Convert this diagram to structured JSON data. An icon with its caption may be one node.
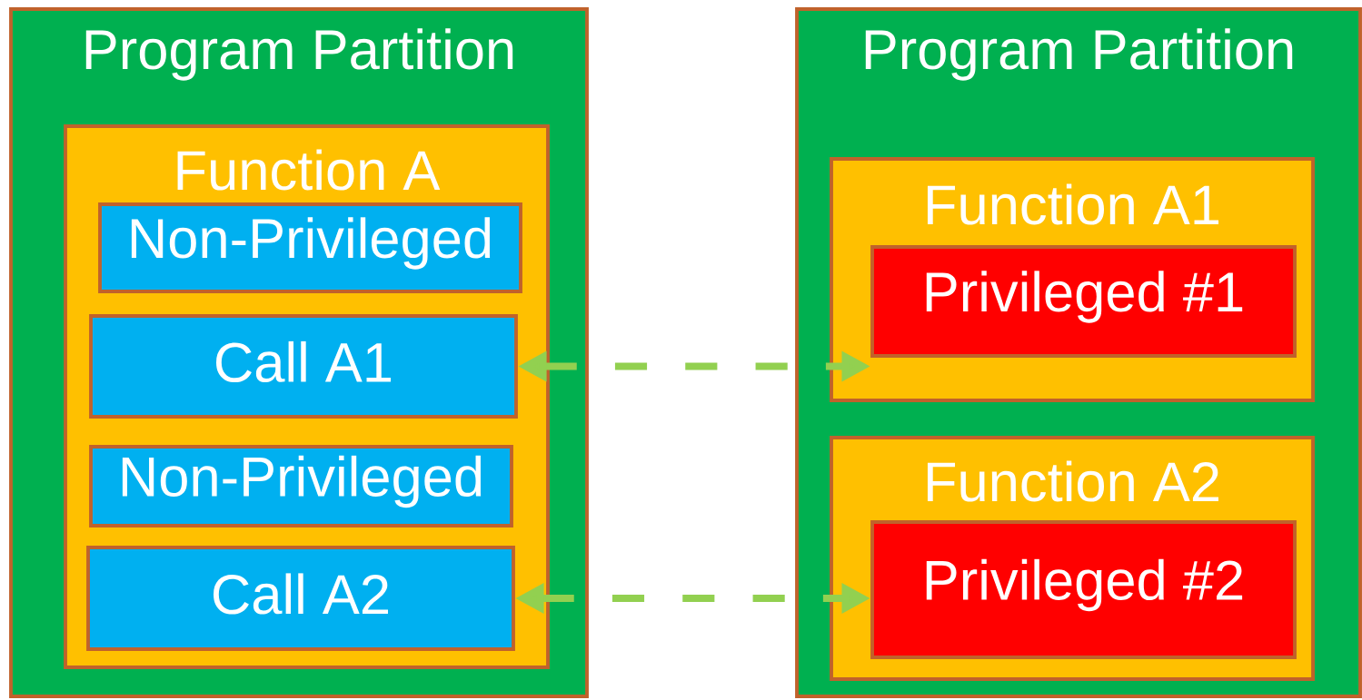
{
  "diagram": {
    "nodes": [
      {
        "text": [
          "Program Partition"
        ]
      },
      {
        "text": [
          "Function A"
        ],
        "in": 0
      },
      {
        "text": [
          "Non-Privileged"
        ],
        "in": 1
      },
      {
        "text": [
          "Call A1"
        ],
        "in": 1
      },
      {
        "text": [
          "Non-Privileged"
        ],
        "in": 1
      },
      {
        "text": [
          "Call A2"
        ],
        "in": 1
      },
      {
        "text": [
          "Program Partition"
        ]
      },
      {
        "text": [
          "Function A1"
        ],
        "in": 6
      },
      {
        "text": [
          "Privileged #1"
        ],
        "in": 7
      },
      {
        "text": [
          "Function A2"
        ],
        "in": 6
      },
      {
        "text": [
          "Privileged #2"
        ],
        "in": 9
      }
    ],
    "edges": [
      {
        "from": 3,
        "to": 8,
        "arrow": "both",
        "style": "dashed"
      },
      {
        "from": 5,
        "to": 10,
        "arrow": "both",
        "style": "dashed"
      }
    ]
  }
}
